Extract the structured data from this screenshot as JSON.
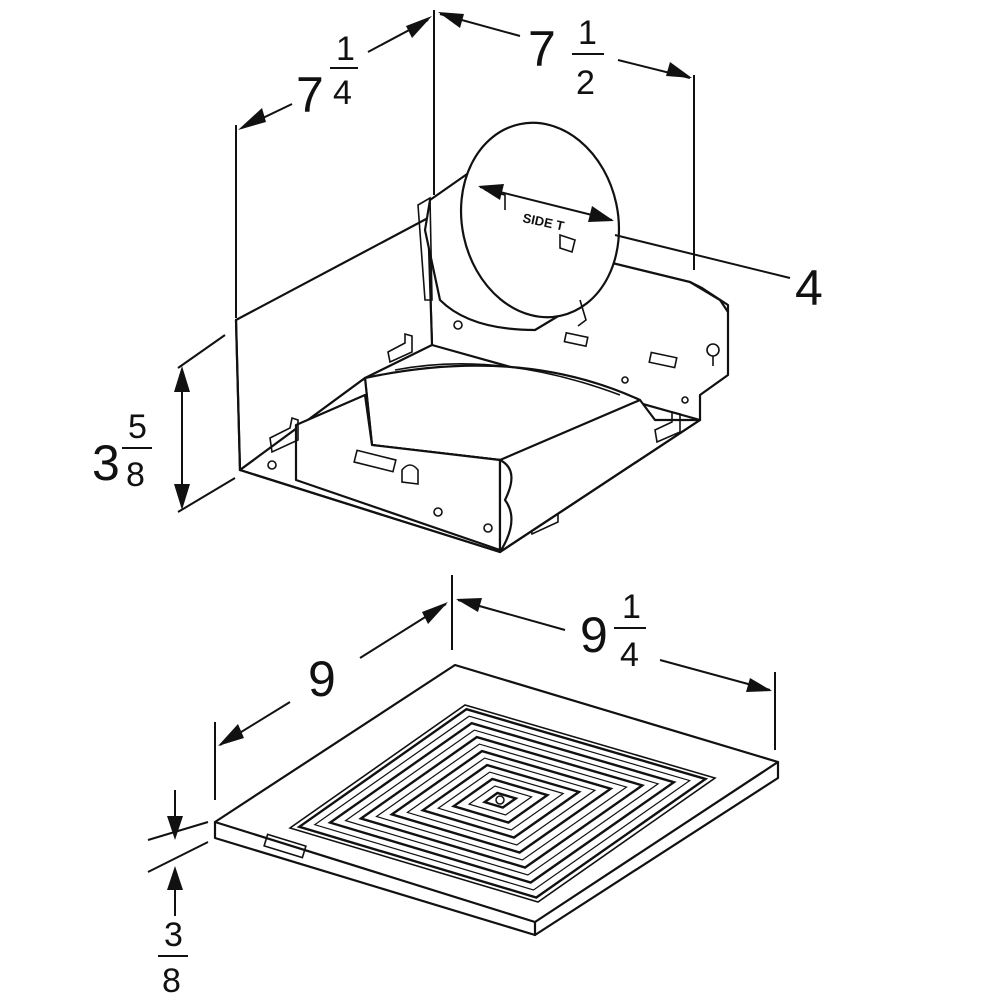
{
  "dimensions": {
    "housing_depth": {
      "whole": "7",
      "num": "1",
      "den": "4"
    },
    "housing_width": {
      "whole": "7",
      "num": "1",
      "den": "2"
    },
    "duct_diameter": {
      "whole": "4"
    },
    "housing_height": {
      "whole": "3",
      "num": "5",
      "den": "8"
    },
    "grille_depth": {
      "whole": "9"
    },
    "grille_width": {
      "whole": "9",
      "num": "1",
      "den": "4"
    },
    "grille_thickness": {
      "num": "3",
      "den": "8"
    }
  },
  "duct_label": "SIDE T"
}
